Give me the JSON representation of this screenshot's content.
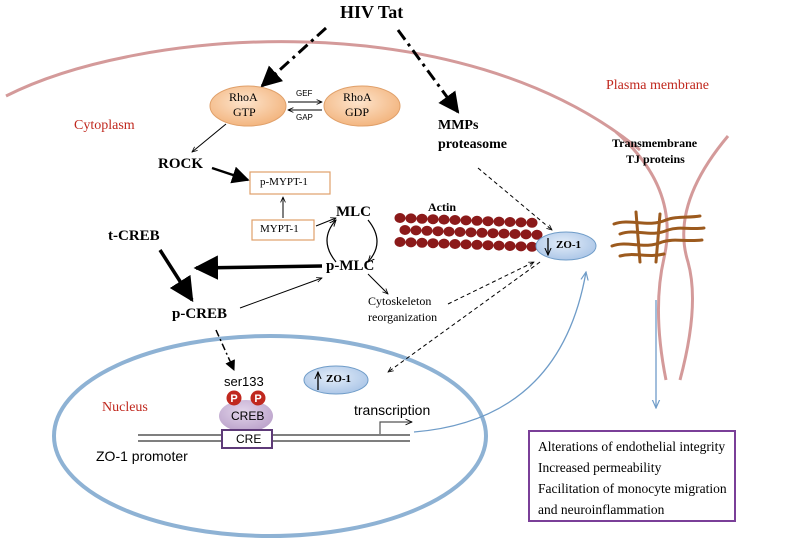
{
  "diagram": {
    "hiv_tat": "HIV Tat",
    "plasma_membrane": "Plasma membrane",
    "cytoplasm": "Cytoplasm",
    "nucleus": "Nucleus",
    "rhoa_gtp": {
      "line1": "RhoA",
      "line2": "GTP"
    },
    "rhoa_gdp": {
      "line1": "RhoA",
      "line2": "GDP"
    },
    "gef": "GEF",
    "gap": "GAP",
    "rock": "ROCK",
    "p_mypt1": "p-MYPT-1",
    "mypt1": "MYPT-1",
    "mlc": "MLC",
    "p_mlc": "p-MLC",
    "actin": "Actin",
    "mmps": {
      "line1": "MMPs",
      "line2": "proteasome"
    },
    "tj": {
      "line1": "Transmembrane",
      "line2": "TJ proteins"
    },
    "zo1": "ZO-1",
    "t_creb": "t-CREB",
    "p_creb": "p-CREB",
    "cytoskeleton": {
      "line1": "Cytoskeleton",
      "line2": "reorganization"
    },
    "ser133": "ser133",
    "p_badge": "P",
    "creb": "CREB",
    "cre": "CRE",
    "transcription": "transcription",
    "zo1_promoter": "ZO-1 promoter",
    "outcomes": [
      "Alterations of endothelial integrity",
      "Increased permeability",
      "Facilitation of monocyte migration",
      "and neuroinflammation"
    ]
  },
  "colors": {
    "membrane": "#d49a9a",
    "nucleus_border": "#8eb2d4",
    "rhoa_fill": "#f7c89d",
    "zo1_fill": "#c6d9f1",
    "actin": "#8b1a1a",
    "tj_proteins": "#9c5a1e",
    "outcome_border": "#7a3f98",
    "label_red": "#c0281e"
  }
}
